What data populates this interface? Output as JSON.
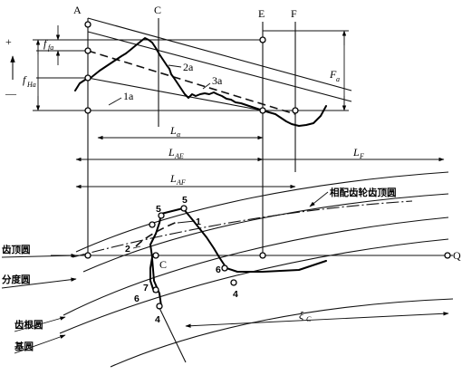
{
  "points": {
    "A": "A",
    "C": "C",
    "E": "E",
    "F": "F",
    "C_lower": "C",
    "Q": "Q"
  },
  "sign": {
    "plus": "+",
    "minus": "—"
  },
  "dims": {
    "f_fa": "f",
    "f_fa_sub": "fa",
    "f_Ha": "f",
    "f_Ha_sub": "Ha",
    "F_a": "F",
    "F_a_sub": "a",
    "L_a": "L",
    "L_a_sub": "α",
    "L_AE": "L",
    "L_AE_sub": "AE",
    "L_AF": "L",
    "L_AF_sub": "AF",
    "L_F": "L",
    "L_F_sub": "F",
    "xi_C": "ξ",
    "xi_C_sub": "C"
  },
  "curve_labels": {
    "c1a": "1a",
    "c2a": "2a",
    "c3a": "3a"
  },
  "circles": {
    "tip": "齿顶圆",
    "pitch": "分度圆",
    "root": "齿根圆",
    "base": "基圆",
    "mating_tip": "相配齿轮齿顶圆"
  },
  "profile_marks": {
    "n5a": "5",
    "n5b": "5",
    "n1": "1",
    "n2": "2",
    "n7": "7",
    "n6a": "6",
    "n6b": "6",
    "n4a": "4",
    "n4b": "4"
  }
}
